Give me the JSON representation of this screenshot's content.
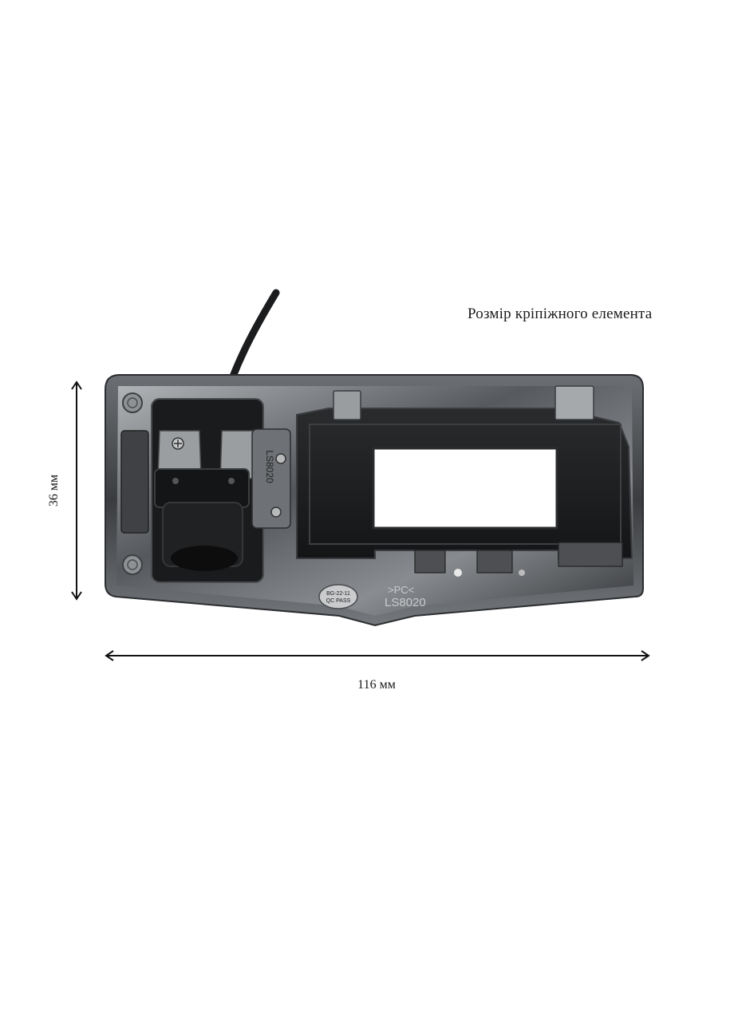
{
  "caption": "Розмір кріпіжного елемента",
  "dimensions": {
    "height_label": "36 мм",
    "width_label": "116 мм"
  },
  "product_markings": {
    "part_number": "LS8020",
    "material": ">PC<",
    "qc_line1": "BG-22-11",
    "qc_line2": "QC PASS",
    "camera_part_number": "LS8020"
  }
}
